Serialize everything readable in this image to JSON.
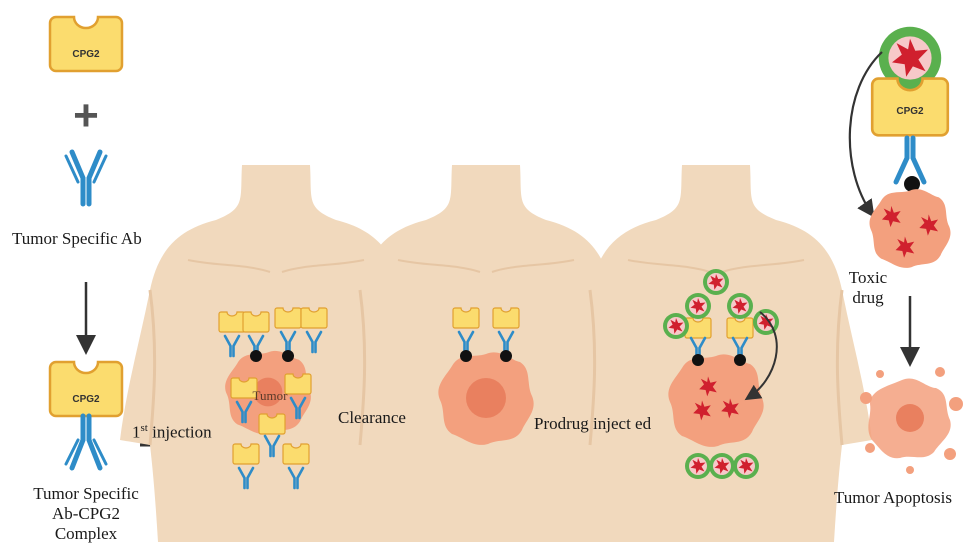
{
  "labels": {
    "cpg2": "CPG2",
    "plus": "+",
    "tumor_specific_ab": "Tumor Specific Ab",
    "complex_line1": "Tumor Specific",
    "complex_line2": "Ab-CPG2",
    "complex_line3": "Complex",
    "injection_sup": "st",
    "injection_num": "1",
    "injection_text": "injection",
    "clearance": "Clearance",
    "prodrug_injected": "Prodrug inject ed",
    "tumor": "Tumor",
    "toxic_line1": "Toxic",
    "toxic_line2": "drug",
    "tumor_apoptosis": "Tumor Apoptosis"
  },
  "colors": {
    "skin": "#f1d9bd",
    "skin_shade": "#e6c6a4",
    "tumor": "#f3a07e",
    "tumor_core": "#e9805f",
    "enzyme": "#fbdc6e",
    "enzyme_border": "#e1a030",
    "antibody": "#2e8cc8",
    "drug_ring": "#5ab04e",
    "drug_star": "#d0202e",
    "arrow": "#333333"
  }
}
